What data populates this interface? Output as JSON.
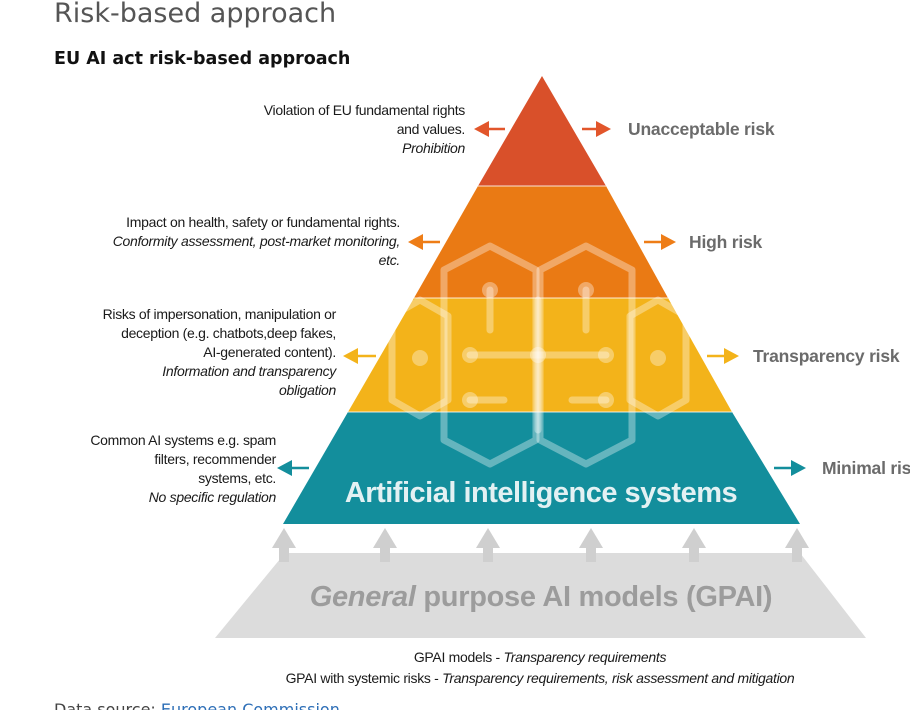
{
  "page": {
    "heading": "Risk-based approach"
  },
  "figure": {
    "title": "EU AI act risk-based approach"
  },
  "pyramid": {
    "base_label": "Artificial intelligence systems",
    "levels": [
      {
        "risk": "Unacceptable risk",
        "color": "#d9502a",
        "description_lines": [
          "Violation of EU fundamental rights",
          "and values."
        ],
        "obligation_lines": [
          "Prohibition"
        ]
      },
      {
        "risk": "High risk",
        "color": "#ea7a14",
        "description_lines": [
          "Impact on health, safety or fundamental rights."
        ],
        "obligation_lines": [
          "Conformity assessment, post-market monitoring,",
          "etc."
        ]
      },
      {
        "risk": "Transparency risk",
        "color": "#f3b31a",
        "description_lines": [
          "Risks of impersonation, manipulation or",
          "deception (e.g. chatbots,deep fakes,",
          "AI-generated content)."
        ],
        "obligation_lines": [
          "Information and transparency",
          "obligation"
        ]
      },
      {
        "risk": "Minimal ris",
        "color": "#138e9c",
        "description_lines": [
          "Common AI systems e.g. spam",
          "filters, recommender",
          "systems, etc."
        ],
        "obligation_lines": [
          "No specific regulation"
        ]
      }
    ]
  },
  "gpai": {
    "label_italic": "General",
    "label_rest": " purpose AI models (GPAI)",
    "color": "#dcdcdc",
    "notes": [
      {
        "lead": "GPAI models - ",
        "italic": "Transparency requirements"
      },
      {
        "lead": "GPAI with systemic risks - ",
        "italic": "Transparency requirements, risk assessment and mitigation"
      }
    ]
  },
  "source": {
    "lead": "Data source: ",
    "link": "European Commission"
  },
  "colors": {
    "arrow_orange_dark": "#e2562b",
    "arrow_orange": "#ee7d17",
    "arrow_yellow": "#f3b31a",
    "arrow_teal": "#138e9c",
    "risk_label": "#6b6b6b",
    "gpai_arrow": "#d2d2d2"
  }
}
